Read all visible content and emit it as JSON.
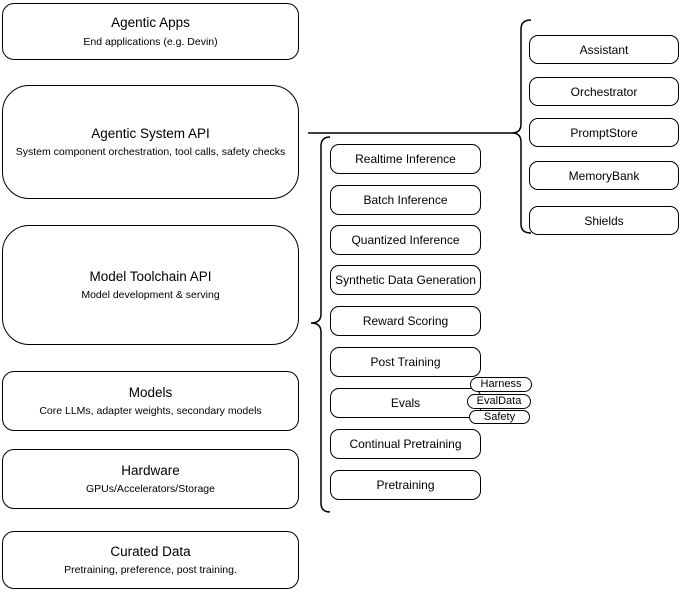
{
  "left_stack": [
    {
      "title": "Agentic Apps",
      "subtitle": "End applications (e.g. Devin)"
    },
    {
      "title": "Agentic System API",
      "subtitle": "System component orchestration, tool calls, safety checks"
    },
    {
      "title": "Model Toolchain API",
      "subtitle": "Model development & serving"
    },
    {
      "title": "Models",
      "subtitle": "Core LLMs, adapter weights, secondary models"
    },
    {
      "title": "Hardware",
      "subtitle": "GPUs/Accelerators/Storage"
    },
    {
      "title": "Curated Data",
      "subtitle": "Pretraining, preference, post training."
    }
  ],
  "toolchain_components": [
    "Realtime Inference",
    "Batch Inference",
    "Quantized Inference",
    "Synthetic Data Generation",
    "Reward Scoring",
    "Post Training",
    "Evals",
    "Continual Pretraining",
    "Pretraining"
  ],
  "system_components": [
    "Assistant",
    "Orchestrator",
    "PromptStore",
    "MemoryBank",
    "Shields"
  ],
  "evals_tags": [
    "Harness",
    "EvalData",
    "Safety"
  ],
  "colors": {
    "stroke": "#000000",
    "background": "#ffffff"
  }
}
